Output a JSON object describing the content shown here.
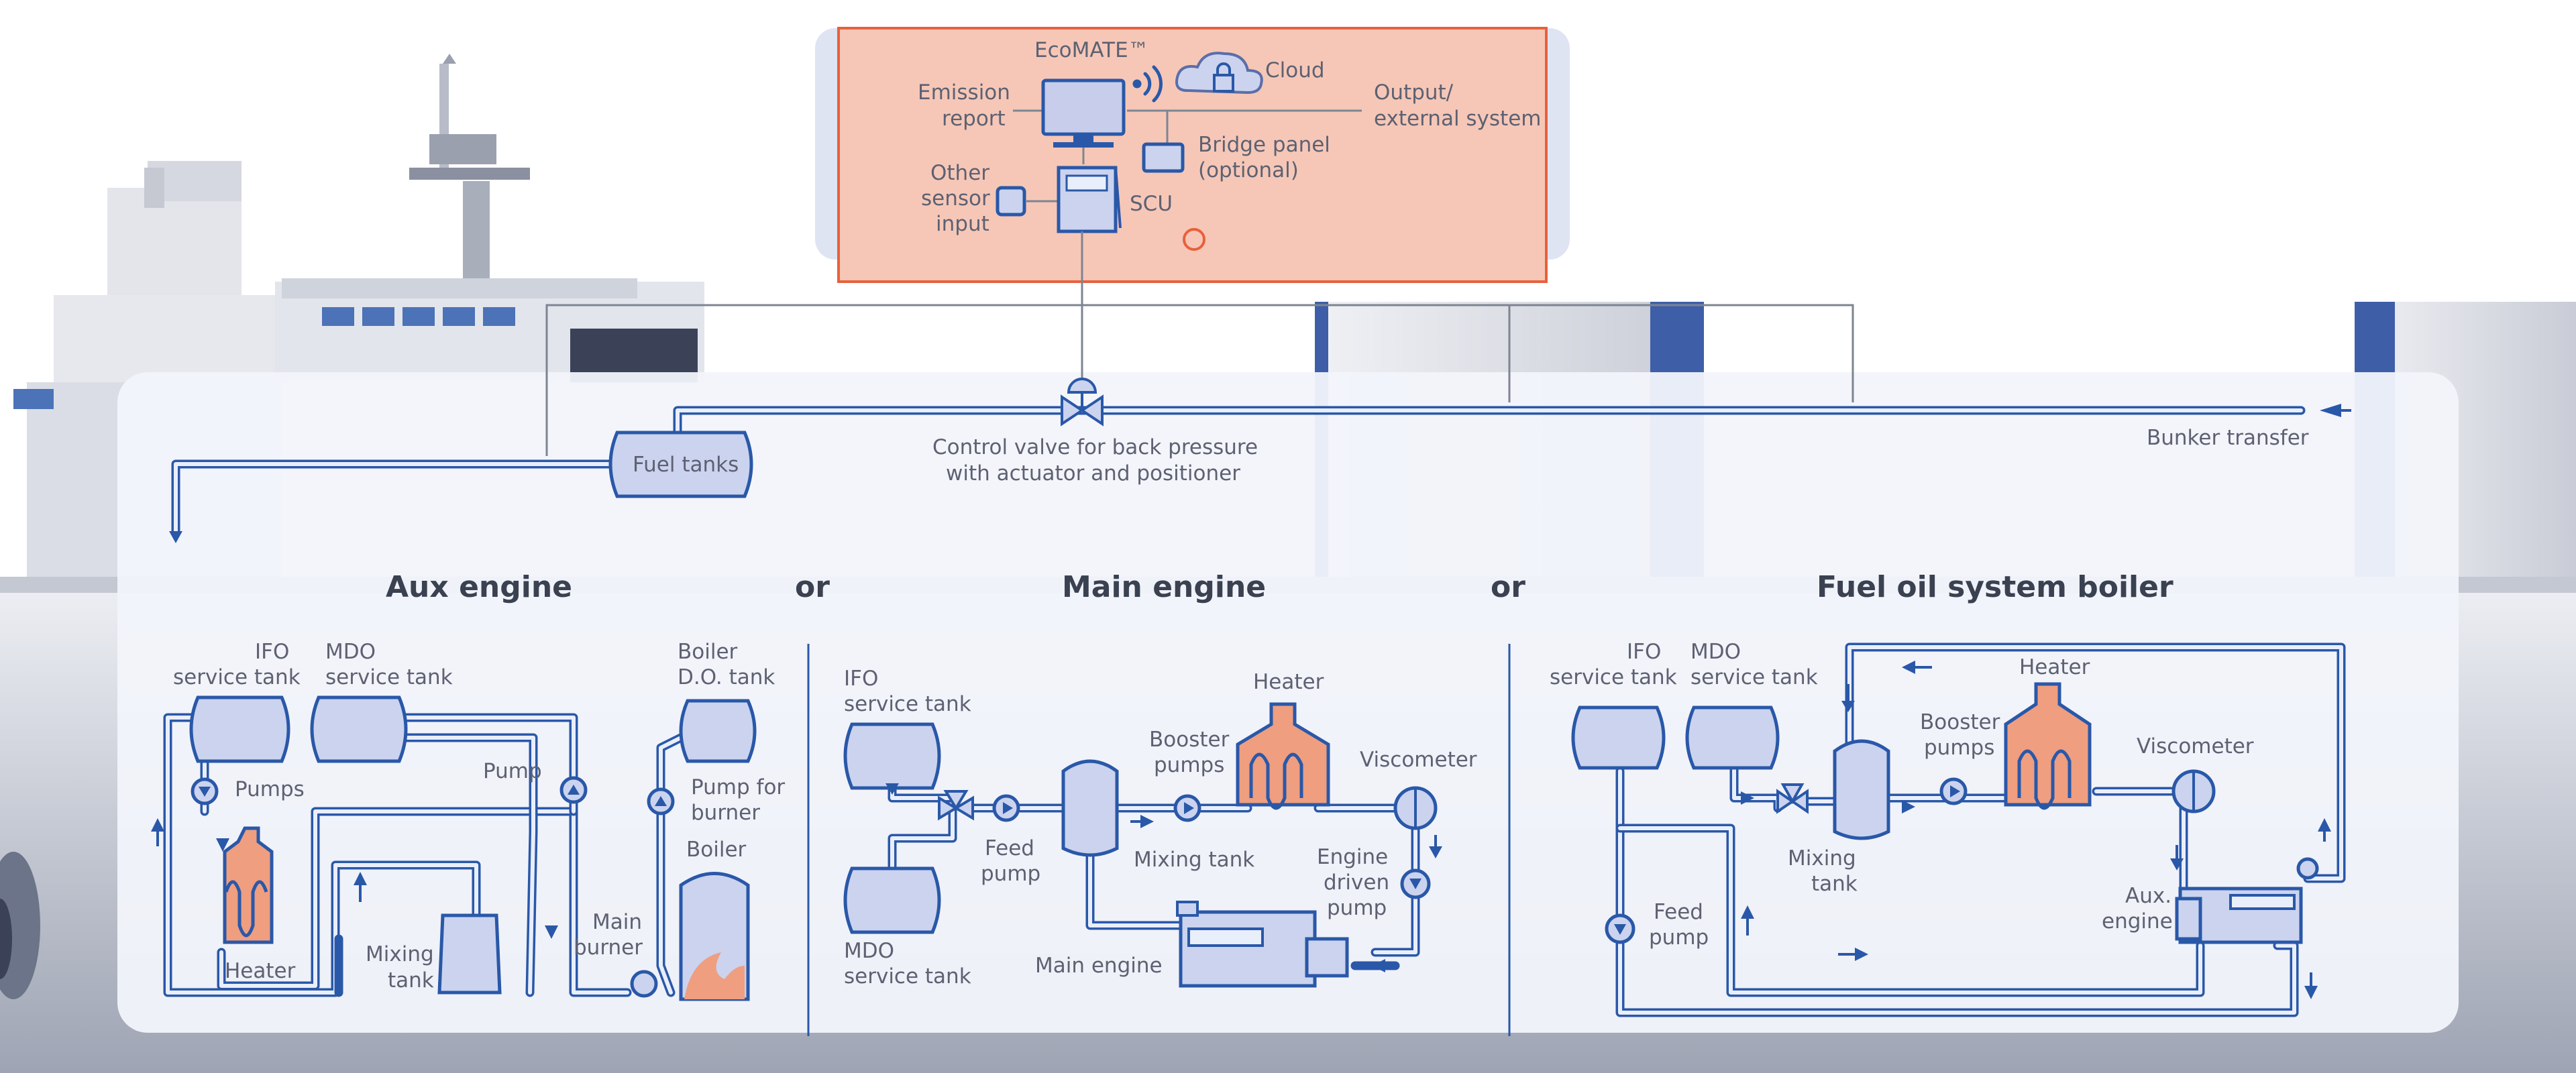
{
  "colors": {
    "pipe": "#2a58a8",
    "tank_fill": "#cbd3ef",
    "heater_fill": "#ef9e80",
    "ecomate_box": "#f6c7b7",
    "ecomate_border": "#e8603c",
    "panel_bg": "#f2f4fb",
    "label_text": "#5d6172"
  },
  "ecomate": {
    "title": "EcoMATE™",
    "cloud": "Cloud",
    "emission_report": [
      "Emission",
      "report"
    ],
    "output": [
      "Output/",
      "external system"
    ],
    "bridge_panel": [
      "Bridge panel",
      "(optional)"
    ],
    "other_sensor": [
      "Other",
      "sensor",
      "input"
    ],
    "scu": "SCU"
  },
  "top": {
    "fuel_tanks": "Fuel tanks",
    "control_valve": [
      "Control valve for back pressure",
      "with actuator and positioner"
    ],
    "bunker_transfer": "Bunker transfer"
  },
  "sections": {
    "aux_engine": "Aux engine",
    "or_1": "or",
    "main_engine": "Main engine",
    "or_2": "or",
    "boiler": "Fuel oil system boiler"
  },
  "aux": {
    "ifo": [
      "IFO",
      "service tank"
    ],
    "mdo": [
      "MDO",
      "service tank"
    ],
    "boiler_do": [
      "Boiler",
      "D.O. tank"
    ],
    "pumps": "Pumps",
    "pump": "Pump",
    "pump_for_burner": [
      "Pump for",
      "burner"
    ],
    "boiler": "Boiler",
    "heater": "Heater",
    "mixing_tank": [
      "Mixing",
      "tank"
    ],
    "main_burner": [
      "Main",
      "burner"
    ]
  },
  "main": {
    "ifo": [
      "IFO",
      "service tank"
    ],
    "mdo": [
      "MDO",
      "service tank"
    ],
    "heater": "Heater",
    "booster_pumps": [
      "Booster",
      "pumps"
    ],
    "viscometer": "Viscometer",
    "feed_pump": [
      "Feed",
      "pump"
    ],
    "mixing_tank": "Mixing tank",
    "engine_driven_pump": [
      "Engine",
      "driven",
      "pump"
    ],
    "main_engine": "Main engine"
  },
  "fob": {
    "ifo": [
      "IFO",
      "service tank"
    ],
    "mdo": [
      "MDO",
      "service tank"
    ],
    "heater": "Heater",
    "booster_pumps": [
      "Booster",
      "pumps"
    ],
    "viscometer": "Viscometer",
    "mixing_tank": [
      "Mixing",
      "tank"
    ],
    "feed_pump": [
      "Feed",
      "pump"
    ],
    "aux_engine": [
      "Aux.",
      "engine"
    ]
  }
}
